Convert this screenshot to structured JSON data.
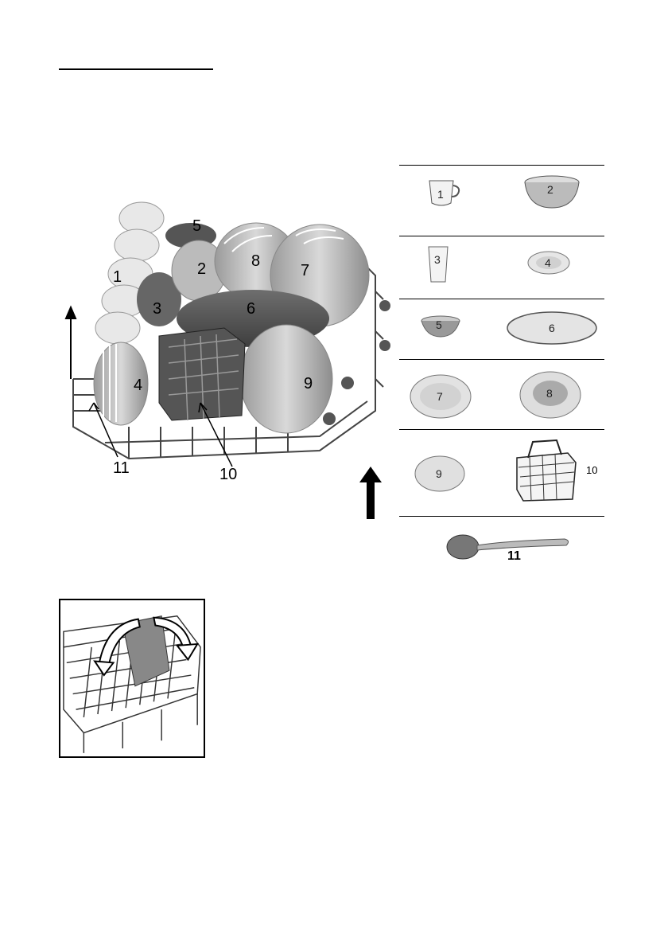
{
  "main_figure": {
    "callouts": [
      "1",
      "2",
      "3",
      "4",
      "5",
      "6",
      "7",
      "8",
      "9",
      "10",
      "11"
    ]
  },
  "legend": {
    "items": [
      {
        "num": "1"
      },
      {
        "num": "2"
      },
      {
        "num": "3"
      },
      {
        "num": "4"
      },
      {
        "num": "5"
      },
      {
        "num": "6"
      },
      {
        "num": "7"
      },
      {
        "num": "8"
      },
      {
        "num": "9"
      },
      {
        "num": "10"
      },
      {
        "num": "11"
      }
    ]
  }
}
